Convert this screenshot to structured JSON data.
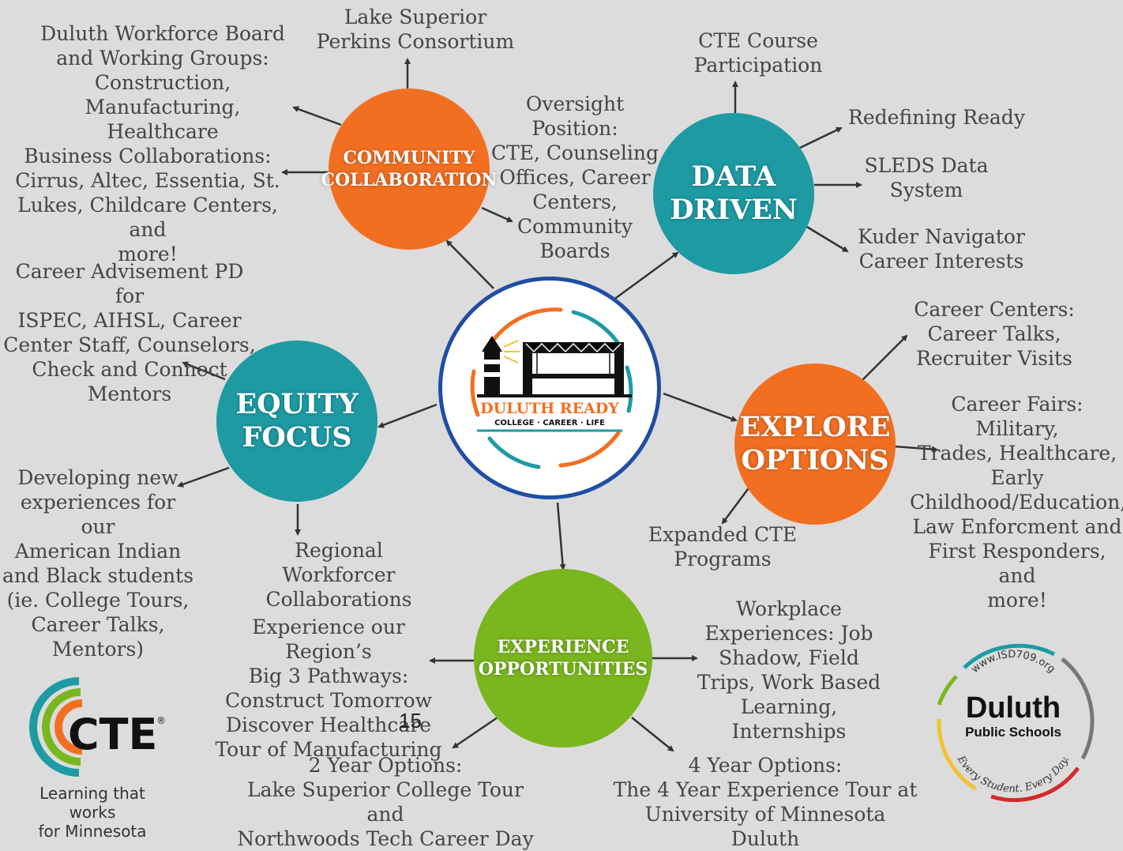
{
  "hubs": {
    "community": "COMMUNITY\nCOLLABORATION",
    "data": "DATA\nDRIVEN",
    "equity": "EQUITY\nFOCUS",
    "explore": "EXPLORE\nOPTIONS",
    "experience": "EXPERIENCE\nOPPORTUNITIES"
  },
  "center": {
    "name": "DULUTH READY",
    "tagline": "COLLEGE · CAREER · LIFE"
  },
  "items": {
    "perkins": "Lake Superior\nPerkins Consortium",
    "workforce_board": "Duluth Workforce  Board\nand Working Groups:\nConstruction,\nManufacturing, Healthcare",
    "business": "Business Collaborations:\nCirrus, Altec, Essentia, St.\nLukes, Childcare Centers, and\nmore!",
    "oversight": "Oversight Position:\nCTE, Counseling\nOffices, Career\nCenters,\nCommunity\nBoards",
    "cte_course": "CTE Course\nParticipation",
    "redefining": "Redefining Ready",
    "sleds": "SLEDS Data\nSystem",
    "kuder": "Kuder Navigator\nCareer Interests",
    "career_advisement": "Career Advisement PD for\nISPEC, AIHSL, Career\nCenter Staff, Counselors,\nCheck and Connect\nMentors",
    "developing": "Developing new\nexperiences for our\nAmerican Indian\nand Black students\n(ie. College Tours,\nCareer Talks,\nMentors)",
    "regional": "Regional Workforcer\nCollaborations",
    "career_centers": "Career Centers:\nCareer Talks,\nRecruiter Visits",
    "career_fairs": "Career Fairs: Military,\nTrades, Healthcare,\nEarly\nChildhood/Education,\nLaw Enforcment and\nFirst Responders, and\nmore!",
    "expanded": "Expanded CTE\nPrograms",
    "big3": "Experience our Region’s\nBig 3 Pathways:\nConstruct Tomorrow\nDiscover Healthcare\nTour of Manufacturing",
    "workplace": "Workplace\nExperiences: Job\nShadow, Field\nTrips, Work Based\nLearning,\nInternships",
    "two_year": "2 Year Options:\nLake Superior College Tour and\nNorthwoods Tech Career Day",
    "four_year": "4 Year Options:\nThe 4 Year Experience Tour at\nUniversity of Minnesota Duluth"
  },
  "page_number": "15",
  "cte_logo": {
    "mark": "CTE",
    "registered": "®",
    "tagline": "Learning that works\nfor Minnesota"
  },
  "dps_logo": {
    "url": "www.ISD709.org",
    "name": "Duluth",
    "sub": "Public Schools",
    "motto": "Every Student. Every Day."
  },
  "colors": {
    "background": "#dcdcdc",
    "orange": "#f26f22",
    "teal": "#1e9aa3",
    "green": "#7ab61e",
    "navy": "#1f4ea3"
  }
}
